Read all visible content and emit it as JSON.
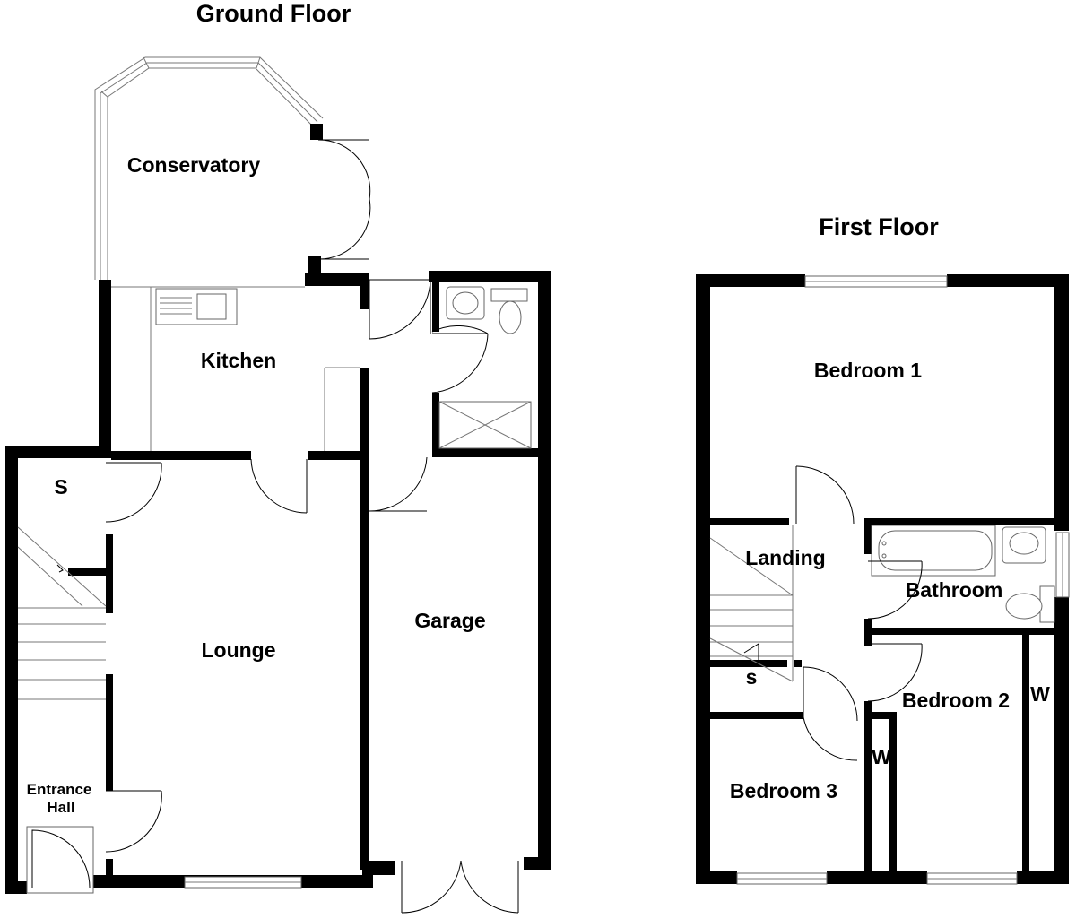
{
  "floors": [
    {
      "title": "Ground Floor",
      "rooms": [
        {
          "id": "conservatory",
          "label": "Conservatory"
        },
        {
          "id": "kitchen",
          "label": "Kitchen"
        },
        {
          "id": "lounge",
          "label": "Lounge"
        },
        {
          "id": "garage",
          "label": "Garage"
        },
        {
          "id": "entrance-hall",
          "label": "Entrance",
          "label2": "Hall"
        },
        {
          "id": "storage",
          "label": "S"
        }
      ]
    },
    {
      "title": "First Floor",
      "rooms": [
        {
          "id": "bedroom-1",
          "label": "Bedroom 1"
        },
        {
          "id": "landing",
          "label": "Landing"
        },
        {
          "id": "bathroom",
          "label": "Bathroom"
        },
        {
          "id": "bedroom-2",
          "label": "Bedroom 2"
        },
        {
          "id": "bedroom-3",
          "label": "Bedroom 3"
        },
        {
          "id": "storage-upstairs",
          "label": "s"
        },
        {
          "id": "wardrobe-2",
          "label": "W"
        },
        {
          "id": "wardrobe-3",
          "label": "W"
        }
      ]
    }
  ]
}
